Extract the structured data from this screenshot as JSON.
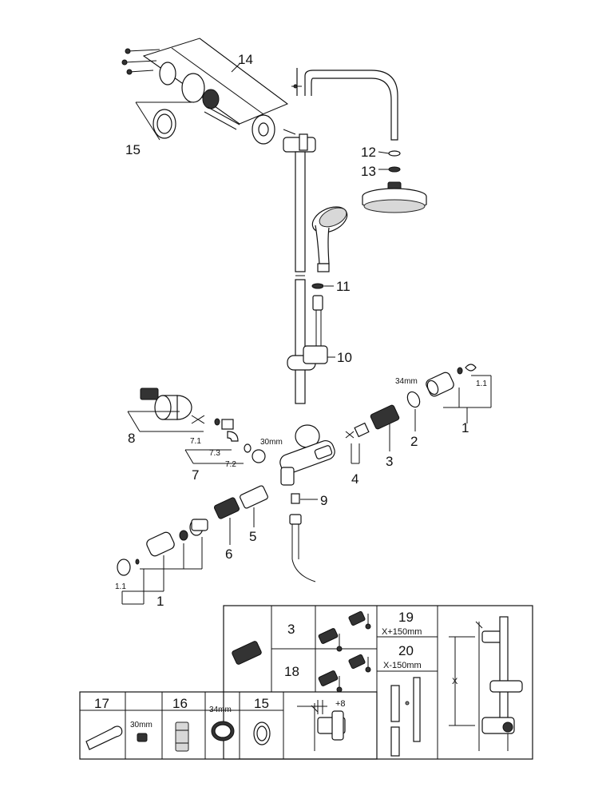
{
  "callouts": {
    "c14": "14",
    "c15": "15",
    "c12": "12",
    "c13": "13",
    "c11": "11",
    "c10": "10",
    "c8": "8",
    "c7": "7",
    "c7_1": "7.1",
    "c7_2": "7.2",
    "c7_3": "7.3",
    "c30mm": "30mm",
    "c4": "4",
    "c3": "3",
    "c2": "2",
    "c34mm": "34mm",
    "c1_right": "1",
    "c1_1_right": "1.1",
    "c9": "9",
    "c5": "5",
    "c6": "6",
    "c1_left": "1",
    "c1_1_left": "1.1"
  },
  "table_top": {
    "row1_num": "3",
    "row2_num": "18",
    "col19": "19",
    "col19_note": "X+150mm",
    "col20": "20",
    "col20_note": "X-150mm",
    "x_label": "X"
  },
  "table_bottom": {
    "c17": "17",
    "c17_size": "30mm",
    "c16": "16",
    "c16_size": "34mm",
    "c15": "15",
    "dim": "+8"
  },
  "icons": {
    "wrench": "wrench-icon",
    "cartridge": "cartridge-icon",
    "thermometer": "thermometer-icon"
  }
}
